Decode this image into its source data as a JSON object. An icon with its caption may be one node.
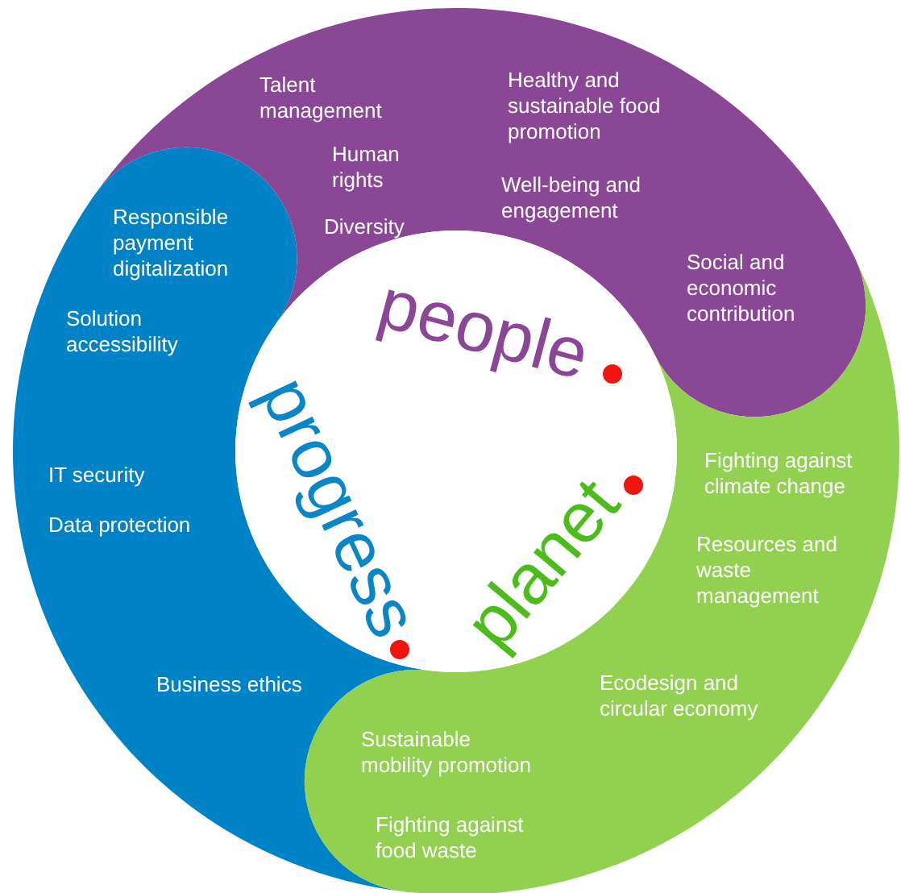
{
  "diagram": {
    "nodes": [
      {
        "text": [
          "people",
          "progress",
          "planet"
        ]
      },
      {
        "text": [
          "Talent management",
          "Human rights",
          "Diversity",
          "Healthy and sustainable food promotion",
          "Well-being and engagement",
          "Social and economic contribution"
        ]
      },
      {
        "text": [
          "Responsible payment digitalization",
          "Solution accessibility",
          "IT security",
          "Data protection",
          "Business ethics"
        ]
      },
      {
        "text": [
          "Fighting against climate change",
          "Resources and waste management",
          "Ecodesign and circular economy",
          "Sustainable mobility promotion",
          "Fighting against food waste"
        ]
      }
    ]
  }
}
